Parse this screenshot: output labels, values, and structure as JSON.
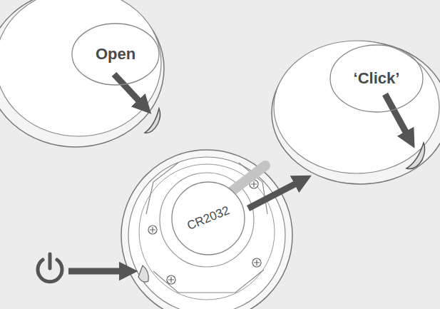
{
  "diagram": {
    "nodes": [
      {
        "text": [
          "Open"
        ]
      },
      {
        "text": [
          "‘Click’"
        ]
      },
      {
        "text": [
          "CR2032"
        ]
      }
    ]
  }
}
